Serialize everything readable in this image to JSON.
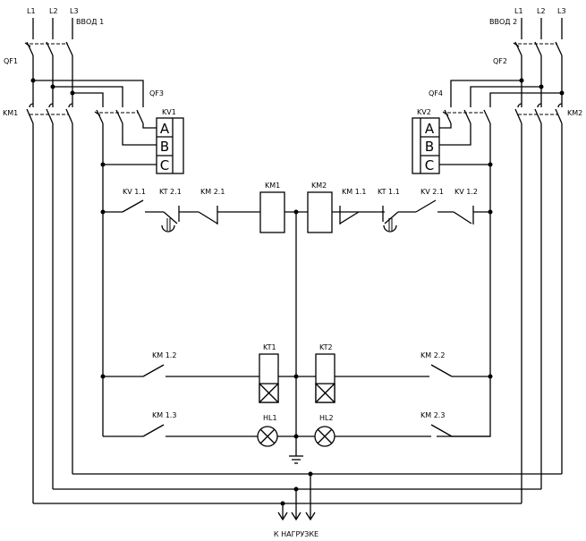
{
  "sources": {
    "left": {
      "phases": [
        "L1",
        "L2",
        "L3"
      ],
      "title": "ВВОД 1",
      "breaker": "QF1",
      "contactor": "KM1"
    },
    "right": {
      "phases": [
        "L1",
        "L2",
        "L3"
      ],
      "title": "ВВОД 2",
      "breaker": "QF2",
      "contactor": "KM2"
    }
  },
  "control_breakers": {
    "left": "QF3",
    "right": "QF4"
  },
  "voltage_relays": {
    "left": {
      "name": "KV1",
      "terminals": [
        "A",
        "B",
        "C"
      ]
    },
    "right": {
      "name": "KV2",
      "terminals": [
        "A",
        "B",
        "C"
      ]
    }
  },
  "coil_row": {
    "left_contacts": [
      "KV 1.1",
      "KT 2.1",
      "KM 2.1"
    ],
    "coils": [
      "KM1",
      "KM2"
    ],
    "right_contacts": [
      "KM 1.1",
      "KT 1.1",
      "KV 2.1",
      "KV 1.2"
    ]
  },
  "timer_row": {
    "left_contact": "KM 1.2",
    "relays": [
      "KT1",
      "KT2"
    ],
    "right_contact": "KM 2.2"
  },
  "lamp_row": {
    "left_contact": "KM 1.3",
    "lamps": [
      "HL1",
      "HL2"
    ],
    "right_contact": "KM 2.3"
  },
  "output": {
    "label": "К НАГРУЗКЕ"
  }
}
